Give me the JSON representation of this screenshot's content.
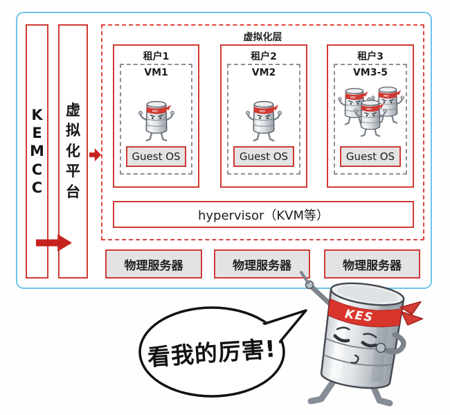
{
  "colors": {
    "accent_red": "#cf3a33",
    "arrow_red": "#c62320",
    "frame_blue": "#6cc3e9",
    "box_gray": "#e3e3e3",
    "dashed_gray": "#8f8f8f"
  },
  "left_bars": {
    "kemcc": "KEMCC",
    "platform": "虚拟化平台"
  },
  "virtualization_layer": {
    "title": "虚拟化层",
    "tenants": [
      {
        "label": "租户1",
        "vm": "VM1"
      },
      {
        "label": "租户2",
        "vm": "VM2"
      },
      {
        "label": "租户3",
        "vm": "VM3-5"
      }
    ],
    "guest_os_label": "Guest OS",
    "hypervisor": "hypervisor（KVM等）"
  },
  "physical_servers": [
    "物理服务器",
    "物理服务器",
    "物理服务器"
  ],
  "mascot": {
    "band_text": "KES"
  },
  "speech_bubble": {
    "text": "看我的厉害!"
  }
}
